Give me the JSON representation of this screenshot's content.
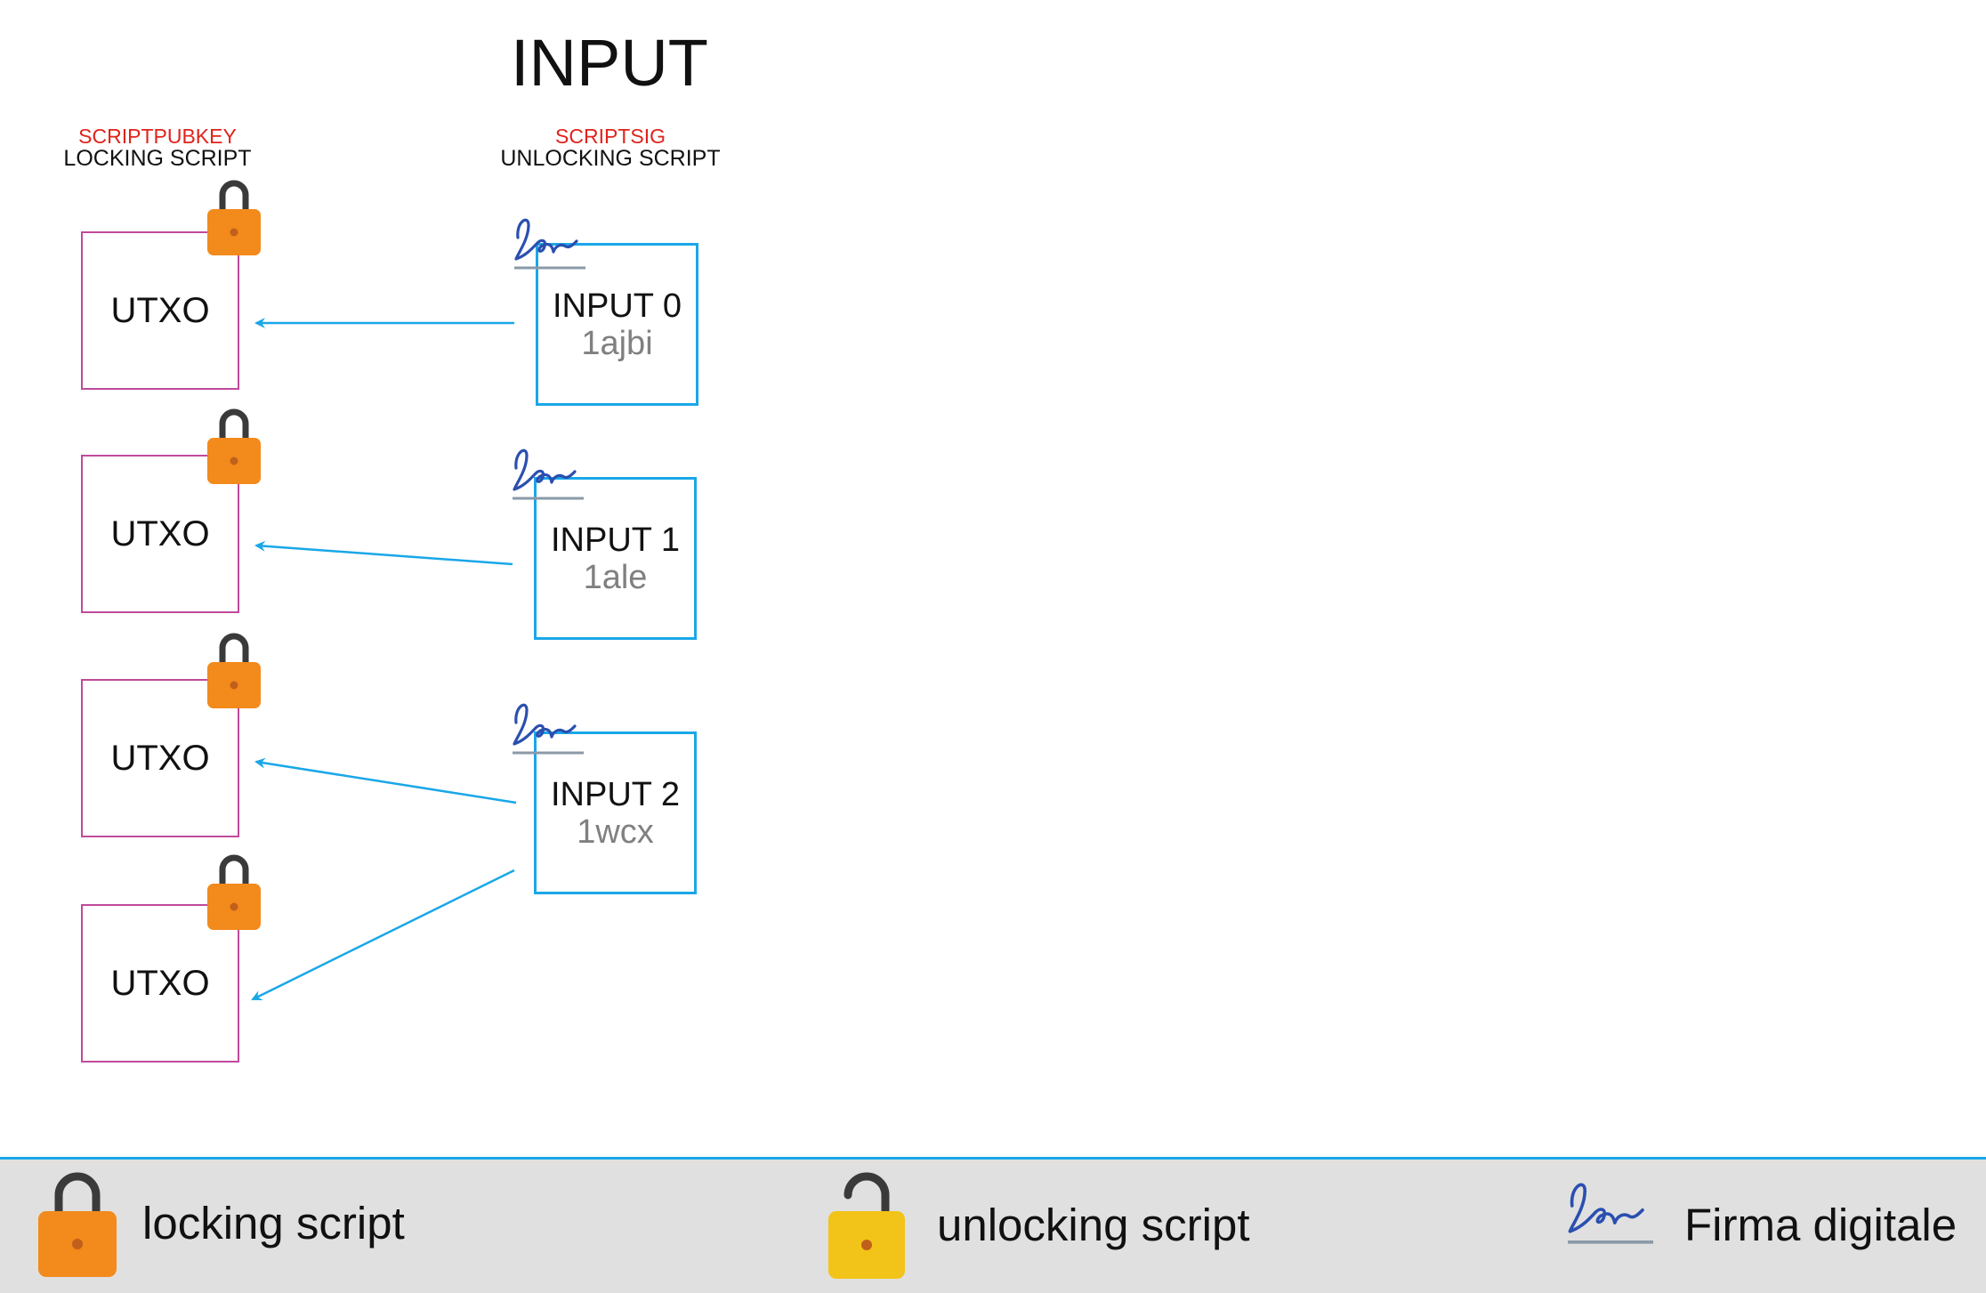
{
  "title": "INPUT",
  "columns": {
    "locking": {
      "tag": "SCRIPTPUBKEY",
      "label": "LOCKING SCRIPT"
    },
    "unlocking": {
      "tag": "SCRIPTSIG",
      "label": "UNLOCKING SCRIPT"
    }
  },
  "utxos": [
    {
      "label": "UTXO"
    },
    {
      "label": "UTXO"
    },
    {
      "label": "UTXO"
    },
    {
      "label": "UTXO"
    }
  ],
  "inputs": [
    {
      "label": "INPUT 0",
      "address": "1ajbi"
    },
    {
      "label": "INPUT 1",
      "address": "1ale"
    },
    {
      "label": "INPUT 2",
      "address": "1wcx"
    }
  ],
  "legend": {
    "locking": "locking script",
    "unlocking": "unlocking script",
    "signature": "Firma digitale"
  },
  "colors": {
    "utxo_border": "#c04a9b",
    "input_border": "#1aa7e8",
    "arrow": "#1aa7e8",
    "lock_orange": "#f28a1c",
    "lock_yellow": "#f2c318",
    "signature": "#2a4fb0",
    "tag_red": "#e0231b",
    "legend_bg": "#e0e0e0"
  },
  "icons": {
    "lock": "padlock-closed-icon",
    "unlock": "padlock-open-icon",
    "signature": "signature-icon"
  }
}
